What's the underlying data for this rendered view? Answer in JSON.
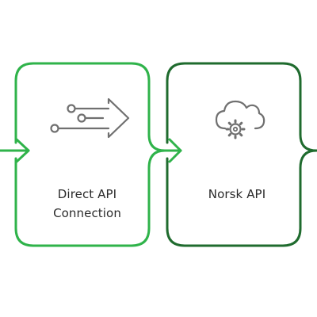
{
  "colors": {
    "light_green": "#2fb34a",
    "dark_green": "#1f6b2e",
    "icon_gray": "#707070",
    "text": "#2a2a2a"
  },
  "steps": [
    {
      "label_line1": "Direct API",
      "label_line2": "Connection",
      "icon": "direct-connection-arrow-icon"
    },
    {
      "label_line1": "Norsk API",
      "icon": "cloud-gear-icon"
    }
  ]
}
